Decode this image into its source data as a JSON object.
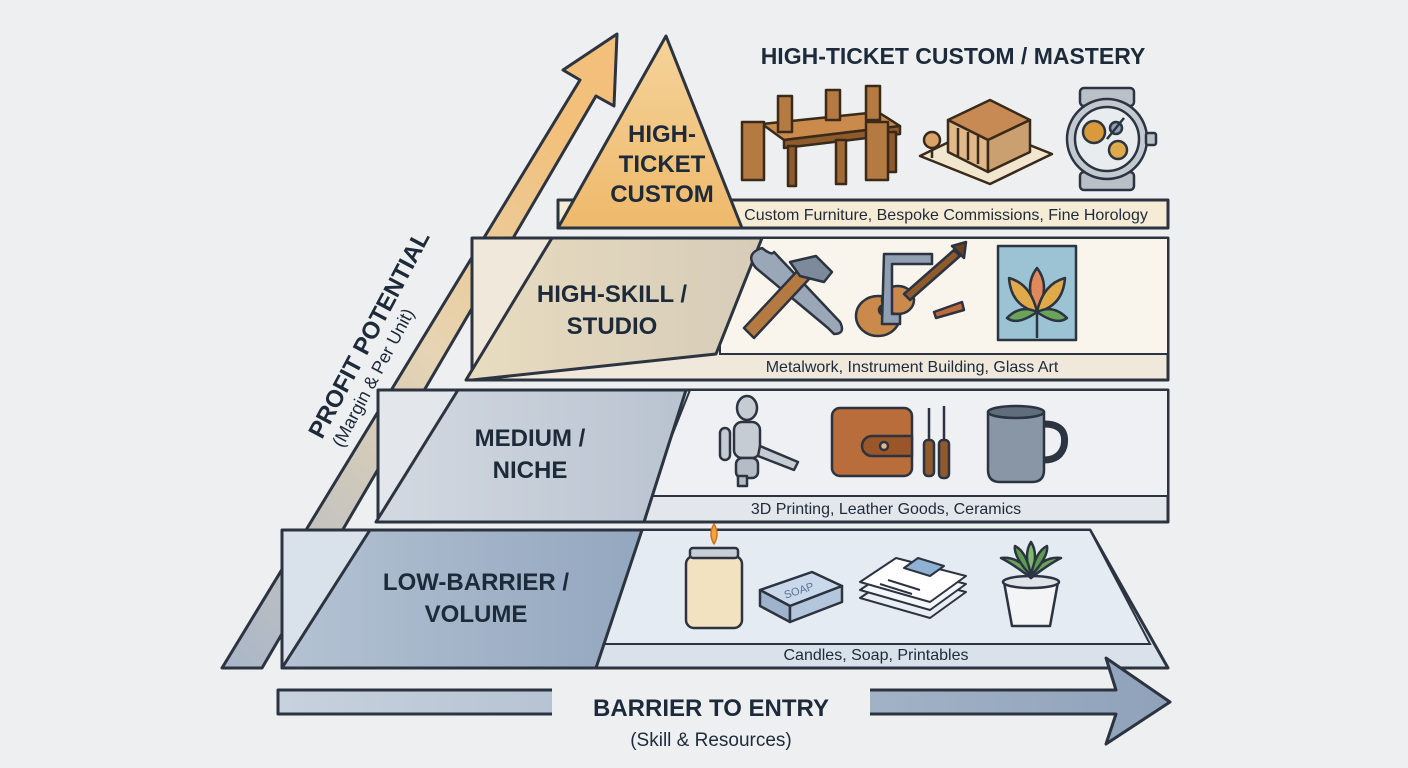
{
  "header": {
    "title": "HIGH-TICKET CUSTOM / MASTERY"
  },
  "tiers": [
    {
      "lines": [
        "HIGH-",
        "TICKET",
        "CUSTOM"
      ],
      "examples": "Custom Furniture, Bespoke Commissions, Fine Horology",
      "icons": [
        "dining-table-icon",
        "building-model-icon",
        "mechanical-watch-icon"
      ]
    },
    {
      "lines": [
        "HIGH-SKILL /",
        "STUDIO"
      ],
      "examples": "Metalwork, Instrument Building, Glass Art",
      "icons": [
        "hammer-wrench-icon",
        "guitar-clamp-icon",
        "stained-glass-icon"
      ]
    },
    {
      "lines": [
        "MEDIUM /",
        "NICHE"
      ],
      "examples": "3D Printing, Leather Goods, Ceramics",
      "icons": [
        "mannequin-figure-icon",
        "leather-wallet-icon",
        "ceramic-mug-icon"
      ]
    },
    {
      "lines": [
        "LOW-BARRIER /",
        "VOLUME"
      ],
      "examples": "Candles, Soap, Printables",
      "icons": [
        "candle-jar-icon",
        "soap-bar-icon",
        "printables-stack-icon",
        "succulent-pot-icon"
      ]
    }
  ],
  "soap_text": "SOAP",
  "y_axis": {
    "title": "PROFIT POTENTIAL",
    "subtitle": "(Margin & Per Unit)"
  },
  "x_axis": {
    "title": "BARRIER TO ENTRY",
    "subtitle": "(Skill & Resources)"
  },
  "colors": {
    "tier1": "#f0c47f",
    "tier2": "#ddd3bd",
    "tier3": "#c3cbd6",
    "tier4": "#9eb0c7",
    "band1": "#f6ecd6",
    "band2": "#ede6da",
    "band3": "#dde2e8",
    "band4": "#cfd8e3",
    "outline": "#2b3440",
    "text": "#1d2a3a"
  }
}
